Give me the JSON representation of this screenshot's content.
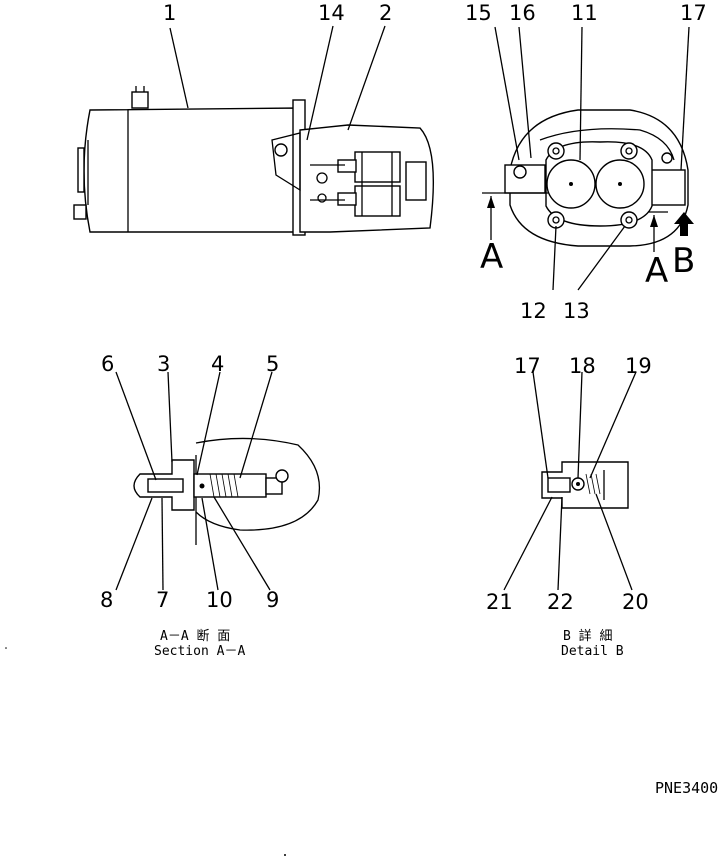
{
  "callouts": {
    "c1": "1",
    "c14": "14",
    "c2": "2",
    "c15": "15",
    "c16": "16",
    "c11": "11",
    "c17": "17",
    "c12": "12",
    "c13": "13",
    "secA_left": "A",
    "secA_right": "A",
    "viewB": "B",
    "s6": "6",
    "s3": "3",
    "s4": "4",
    "s5": "5",
    "s8": "8",
    "s7": "7",
    "s10": "10",
    "s9": "9",
    "d17": "17",
    "d18": "18",
    "d19": "19",
    "d21": "21",
    "d22": "22",
    "d20": "20"
  },
  "captions": {
    "section_jp": "A－A 断 面",
    "section_en": "Section A－A",
    "detail_jp": "B 詳 細",
    "detail_en": "Detail B"
  },
  "drawing_code": "PNE3400"
}
